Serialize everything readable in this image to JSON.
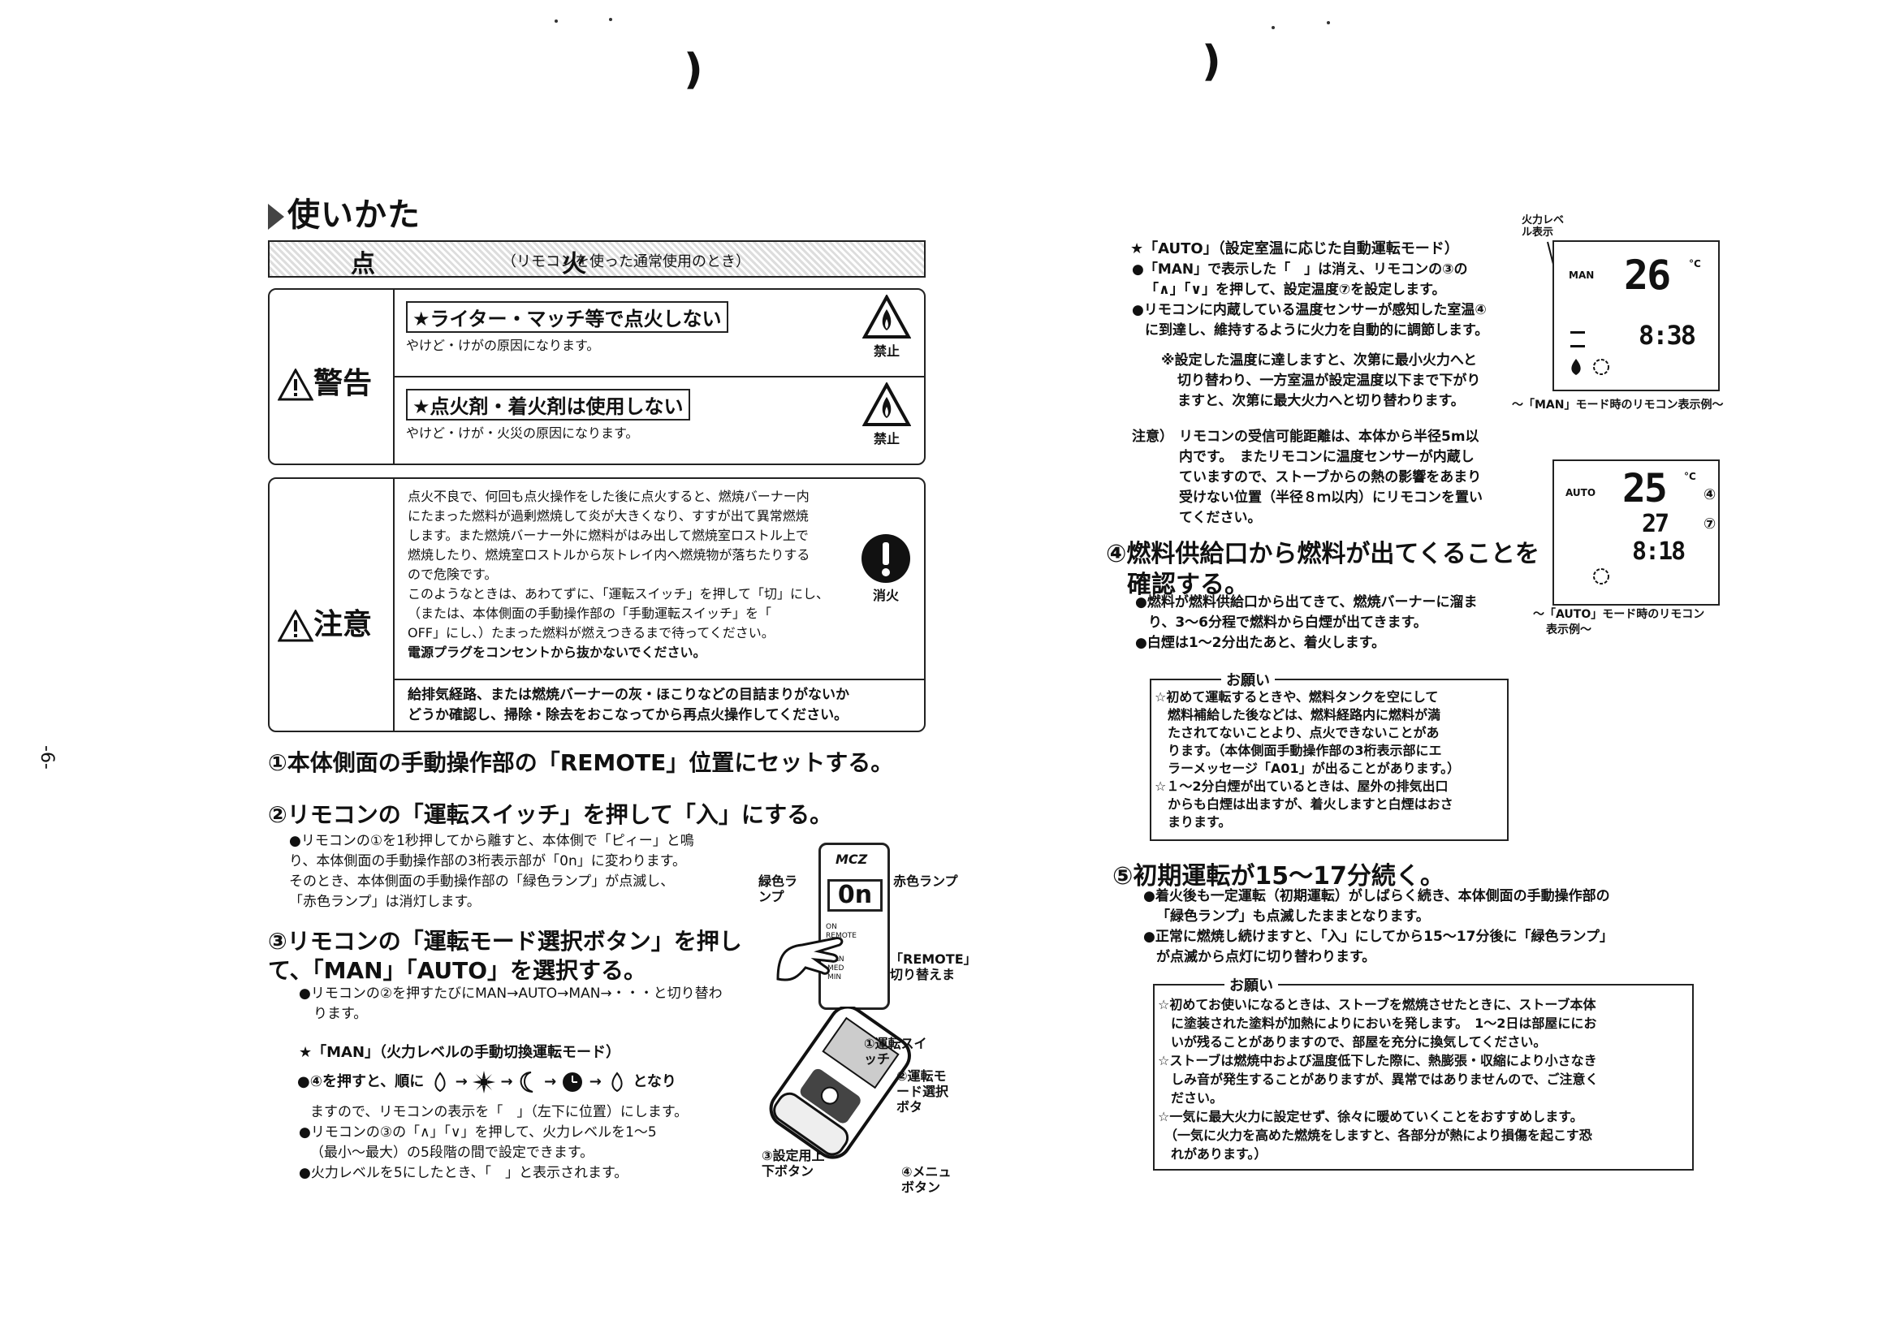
{
  "title": "使いかた",
  "ignite": {
    "big": "点　火",
    "sub": "（リモコンを使った通常使用のとき）"
  },
  "warning": {
    "label": "警告",
    "items": [
      {
        "heading": "★ライター・マッチ等で点火しない",
        "body": "やけど・けがの原因になります。",
        "icon_label": "禁止"
      },
      {
        "heading": "★点火剤・着火剤は使用しない",
        "body": "やけど・けが・火災の原因になります。",
        "icon_label": "禁止"
      }
    ]
  },
  "caution": {
    "label": "注意",
    "lines": [
      "点火不良で、何回も点火操作をした後に点火すると、燃焼バーナー内",
      "にたまった燃料が過剰燃焼して炎が大きくなり、すすが出て異常燃焼",
      "します。また燃焼バーナー外に燃料がはみ出して燃焼室ロストル上で",
      "燃焼したり、燃焼室ロストルから灰トレイ内へ燃焼物が落ちたりする",
      "ので危険です。",
      "このようなときは、あわてずに、「運転スイッチ」を押して「切」にし、",
      "（または、本体側面の手動操作部の「手動運転スイッチ」を「",
      "OFF」にし、）たまった燃料が燃えつきるまで待ってください。",
      "電源プラグをコンセントから抜かないでください。"
    ],
    "icon_label": "消火",
    "footer": [
      "給排気経路、または燃焼バーナーの灰・ほこりなどの目詰まりがないか",
      "どうか確認し、掃除・除去をおこなってから再点火操作してください。"
    ]
  },
  "page_number": "-6-",
  "step1": "①本体側面の手動操作部の「REMOTE」位置にセットする。",
  "step2": {
    "heading": "②リモコンの「運転スイッチ」を押して「入」にする。",
    "lines": [
      "●リモコンの①を1秒押してから離すと、本体側で「ピィー」と鳴",
      "り、本体側面の手動操作部の3桁表示部が「0n」に変わります。",
      "そのとき、本体側面の手動操作部の「緑色ランプ」が点滅し、",
      "「赤色ランプ」は消灯します。"
    ]
  },
  "panel_fig": {
    "brand": "MCZ",
    "display": "0n",
    "green_lamp": "緑色ランプ",
    "red_lamp": "赤色ランプ",
    "remote_switch": "「REMOTE」切り替えま",
    "switch_labels": [
      "ON",
      "REMOTE",
      "OFF"
    ],
    "mode_labels": [
      "MAN",
      "MED",
      "MIN"
    ]
  },
  "step3": {
    "heading1": "③リモコンの「運転モード選択ボタン」を押し",
    "heading2": "て、「MAN」「AUTO」を選択する。",
    "lines": [
      "●リモコンの②を押すたびにMAN→AUTO→MAN→・・・と切り替わ",
      "ります。"
    ]
  },
  "man_mode": {
    "heading": "★「MAN」（火力レベルの手動切換運転モード）",
    "sequence_prefix": "●④を押すと、順に",
    "sequence_suffix": "となり",
    "lines": [
      "ますので、リモコンの表示を「　」（左下に位置）にします。",
      "●リモコンの③の「∧」「∨」を押して、火力レベルを1～5",
      "（最小～最大）の5段階の間で設定できます。",
      "●火力レベルを5にしたとき、「　」と表示されます。"
    ]
  },
  "remote_fig": {
    "label1": "①運転スイッチ",
    "label2": "②運転モード選択ボタ",
    "label3": "③設定用上下ボタン",
    "label4": "④メニュボタン"
  },
  "auto_mode": {
    "heading": "★「AUTO」（設定室温に応じた自動運転モード）",
    "lines": [
      "●「MAN」で表示した「　」は消え、リモコンの③の",
      "「∧」「∨」を押して、設定温度⑦を設定します。",
      "●リモコンに内蔵している温度センサーが感知した室温④",
      "に到達し、維持するように火力を自動的に調節します。"
    ],
    "note": [
      "※設定した温度に達しますと、次第に最小火力へと",
      "切り替わり、一方室温が設定温度以下まで下がり",
      "ますと、次第に最大火力へと切り替わります。"
    ]
  },
  "lcd_man": {
    "fire_level_label": "火力レベル表示",
    "mode": "MAN",
    "temp": "26",
    "unit": "°C",
    "time": "8:38",
    "caption": "～「MAN」モード時のリモコン表示例～"
  },
  "reception_note": {
    "label": "注意）",
    "lines": [
      "リモコンの受信可能距離は、本体から半径5m以",
      "内です。　またリモコンに温度センサーが内蔵し",
      "ていますので、ストーブからの熱の影響をあまり",
      "受けない位置（半径８ｍ以内）にリモコンを置い",
      "てください。"
    ]
  },
  "lcd_auto": {
    "mode": "AUTO",
    "temp": "25",
    "set_temp": "27",
    "unit": "°C",
    "time": "8:18",
    "marker1": "④",
    "marker2": "⑦",
    "caption1": "～「AUTO」モード時のリモコン",
    "caption2": "表示例～"
  },
  "step4": {
    "heading1": "④燃料供給口から燃料が出てくることを",
    "heading2": "確認する。",
    "lines": [
      "●燃料が燃料供給口から出てきて、燃焼バーナーに溜ま",
      "り、3～6分程で燃料から白煙が出てきます。",
      "●白煙は1～2分出たあと、着火します。"
    ]
  },
  "request1": {
    "title": "お願い",
    "lines": [
      "☆初めて運転するときや、燃料タンクを空にして",
      "　燃料補給した後などは、燃料経路内に燃料が満",
      "　たされてないことより、点火できないことがあ",
      "　ります。（本体側面手動操作部の3桁表示部にエ",
      "　ラーメッセージ「A01」が出ることがあります。）",
      "☆１～2分白煙が出ているときは、屋外の排気出口",
      "　からも白煙は出ますが、着火しますと白煙はおさ",
      "　まります。"
    ]
  },
  "step5": {
    "heading": "⑤初期運転が15～17分続く。",
    "lines": [
      "●着火後も一定運転（初期運転）がしばらく続き、本体側面の手動操作部の",
      "「緑色ランプ」も点滅したままとなります。",
      "●正常に燃焼し続けますと、「入」にしてから15～17分後に「緑色ランプ」",
      "が点滅から点灯に切り替わります。"
    ]
  },
  "request2": {
    "title": "お願い",
    "lines": [
      "☆初めてお使いになるときは、ストーブを燃焼させたときに、ストーブ本体",
      "　に塗装された塗料が加熱によりにおいを発します。　1～2日は部屋ににお",
      "　いが残ることがありますので、部屋を充分に換気してください。",
      "☆ストーブは燃焼中および温度低下した際に、熱膨張・収縮により小さなき",
      "　しみ音が発生することがありますが、異常ではありませんので、ご注意く",
      "　ださい。",
      "☆一気に最大火力に設定せず、徐々に暖めていくことをおすすめします。",
      "　（一気に火力を高めた燃焼をしますと、各部分が熱により損傷を起こす恐",
      "　れがあります。）"
    ]
  },
  "icons": [
    "warning-triangle-icon",
    "no-fire-icon",
    "extinguish-icon",
    "flame-icon",
    "fan-icon",
    "moon-icon",
    "clock-icon",
    "hand-icon"
  ]
}
